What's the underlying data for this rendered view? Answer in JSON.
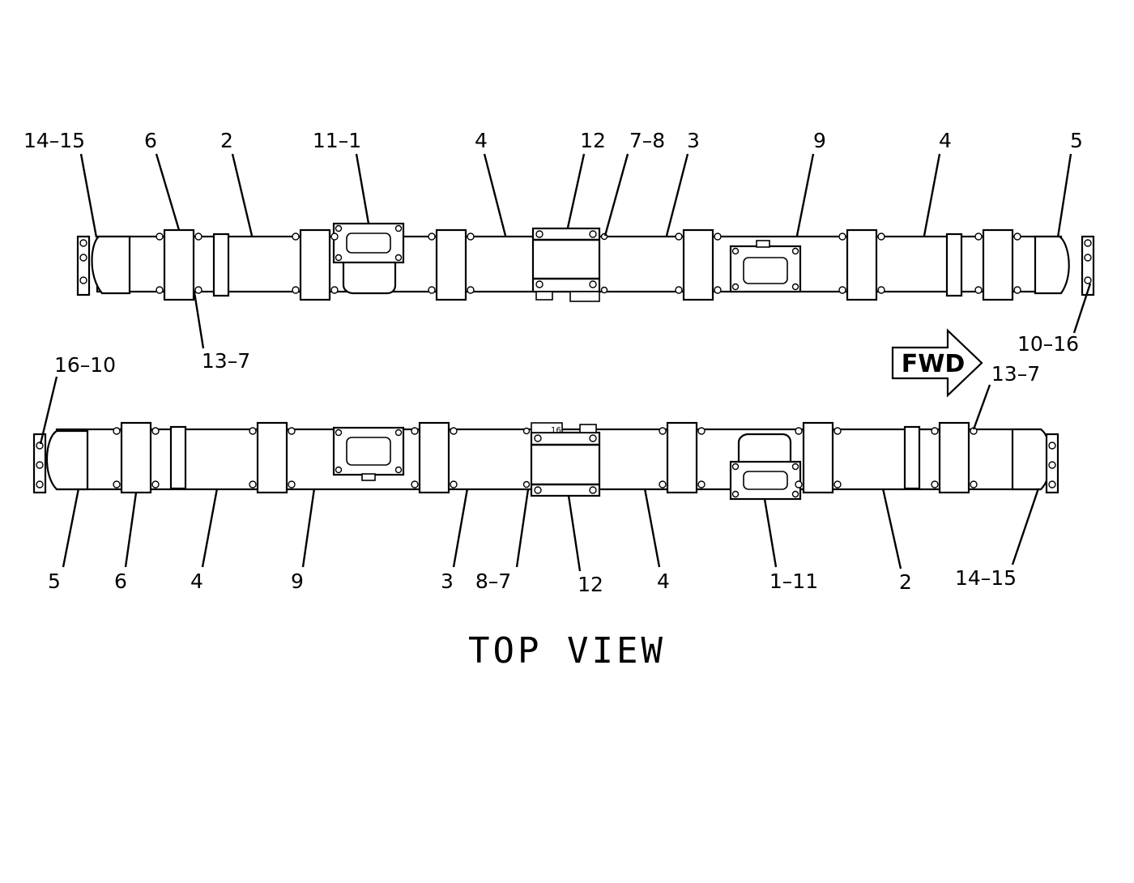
{
  "view_title": "TOP VIEW",
  "direction_arrow": {
    "label": "FWD"
  },
  "upper_assembly": {
    "callouts": [
      "14–15",
      "6",
      "2",
      "11–1",
      "4",
      "12",
      "7–8",
      "3",
      "9",
      "4",
      "5",
      "13–7",
      "10–16"
    ]
  },
  "lower_assembly": {
    "callouts": [
      "16–10",
      "13–7",
      "5",
      "6",
      "4",
      "9",
      "3",
      "8–7",
      "12",
      "4",
      "1–11",
      "2",
      "14–15"
    ],
    "small_marking": "16"
  }
}
